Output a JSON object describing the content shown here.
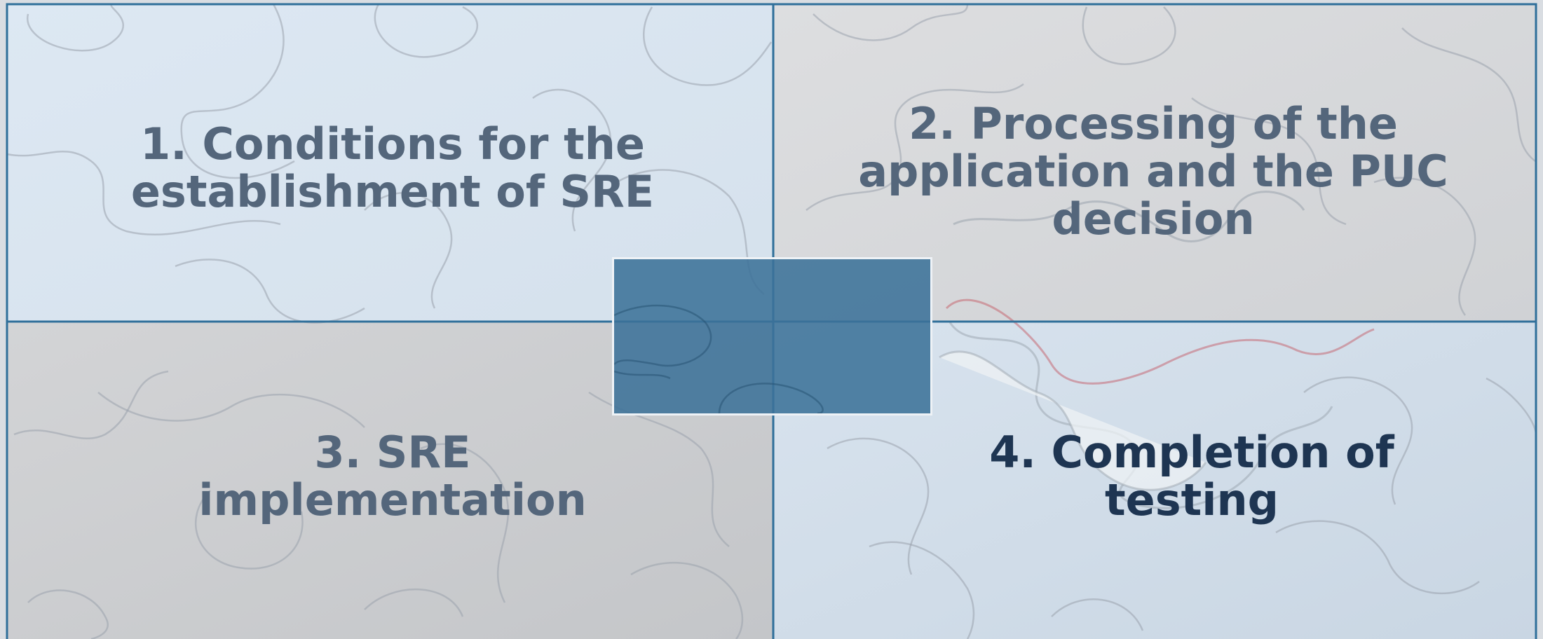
{
  "diagram": {
    "quadrants": [
      {
        "id": "q1",
        "label": "1. Conditions for the\nestablishment of SRE"
      },
      {
        "id": "q2",
        "label": "2. Processing of the\napplication and the PUC\ndecision"
      },
      {
        "id": "q3",
        "label": "3. SRE\nimplementation"
      },
      {
        "id": "q4",
        "label": "4. Completion of\ntesting"
      }
    ],
    "center_box": {
      "label": ""
    }
  },
  "colors": {
    "quadrant_blue": "#dde8f2",
    "quadrant_gray": "#d4d6da",
    "divider": "#2f6f9a",
    "text_slate": "#54667b",
    "text_dark": "#1e3552",
    "center_box": "#3c7298"
  },
  "icons": {
    "background": "jigsaw-puzzle-pattern",
    "missing_piece": "missing-puzzle-piece-icon"
  }
}
